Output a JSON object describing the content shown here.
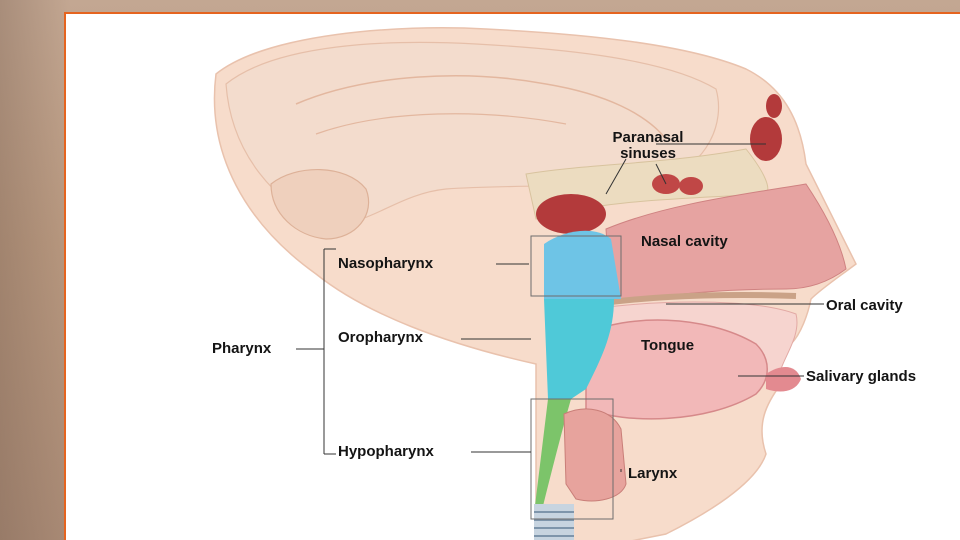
{
  "labels": {
    "paranasal_sinuses": "Paranasal\nsinuses",
    "nasal_cavity": "Nasal cavity",
    "oral_cavity": "Oral cavity",
    "tongue": "Tongue",
    "salivary_glands": "Salivary glands",
    "larynx": "Larynx",
    "nasopharynx": "Nasopharynx",
    "oropharynx": "Oropharynx",
    "hypopharynx": "Hypopharynx",
    "pharynx": "Pharynx"
  },
  "colors": {
    "frame_accent": "#e5641f",
    "skin": "#f6d9c8",
    "brain": "#f1d7c4",
    "nasal_tissue": "#e8a3a0",
    "sinus": "#b5383a",
    "nasopharynx": "#6ec4e6",
    "oropharynx": "#4fc9d8",
    "hypopharynx": "#7cc46a",
    "tongue": "#f0b3b4",
    "leader_line": "#333333"
  }
}
